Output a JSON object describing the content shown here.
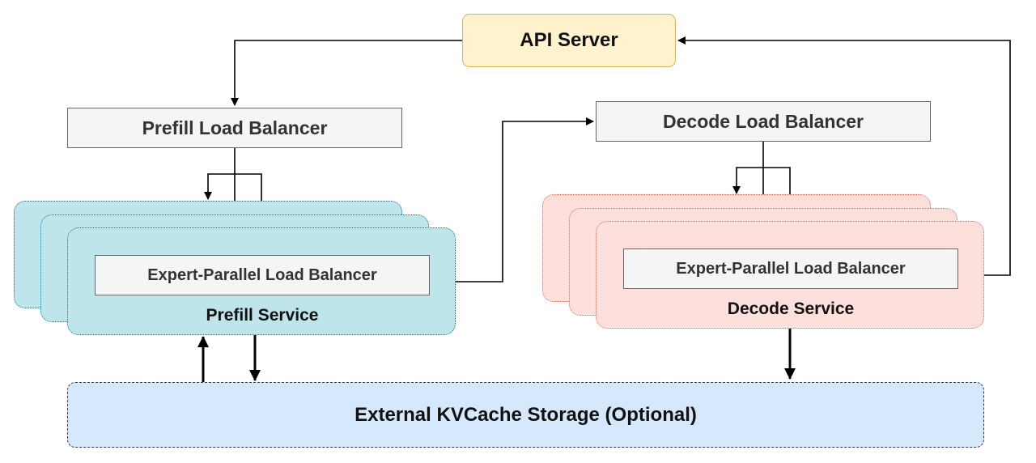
{
  "diagram": {
    "api_server": "API Server",
    "prefill_load_balancer": "Prefill Load Balancer",
    "decode_load_balancer": "Decode Load Balancer",
    "prefill_service": {
      "title": "Prefill Service",
      "inner": "Expert-Parallel Load Balancer"
    },
    "decode_service": {
      "title": "Decode Service",
      "inner": "Expert-Parallel Load Balancer"
    },
    "storage": "External KVCache Storage (Optional)"
  },
  "colors": {
    "api_fill": "#fff2cc",
    "api_border": "#d6b656",
    "prefill_fill": "#bde5ea",
    "decode_fill": "#fde0dc",
    "storage_fill": "#d6e8fb",
    "lb_fill": "#f5f5f5"
  }
}
